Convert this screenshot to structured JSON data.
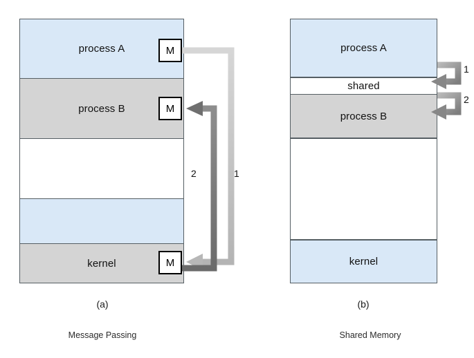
{
  "figure": {
    "title_a": "(a)",
    "title_b": "(b)",
    "caption_a": "Message Passing",
    "caption_b": "Shared Memory"
  },
  "panel_a": {
    "name": "message-passing",
    "blocks": [
      {
        "label": "process A",
        "fill": "blue"
      },
      {
        "label": "process B",
        "fill": "gray"
      },
      {
        "label": "",
        "fill": "white"
      },
      {
        "label": "",
        "fill": "blue"
      },
      {
        "label": "kernel",
        "fill": "gray"
      }
    ],
    "message_boxes": [
      {
        "label": "M",
        "owner": "process A"
      },
      {
        "label": "M",
        "owner": "process B"
      },
      {
        "label": "M",
        "owner": "kernel"
      }
    ],
    "arrows": [
      {
        "id": "1",
        "label": "1",
        "from": "process A",
        "to": "kernel",
        "color": "#c9c9c9"
      },
      {
        "id": "2",
        "label": "2",
        "from": "kernel",
        "to": "process B",
        "color": "#767676"
      }
    ]
  },
  "panel_b": {
    "name": "shared-memory",
    "blocks": [
      {
        "label": "process A",
        "fill": "blue"
      },
      {
        "label": "shared",
        "fill": "white"
      },
      {
        "label": "process B",
        "fill": "gray"
      },
      {
        "label": "",
        "fill": "white"
      },
      {
        "label": "kernel",
        "fill": "blue"
      }
    ],
    "arrows": [
      {
        "id": "1",
        "label": "1",
        "target": "process A",
        "color": "#8a8a8a"
      },
      {
        "id": "2",
        "label": "2",
        "target": "process B",
        "color": "#8a8a8a"
      }
    ]
  },
  "colors": {
    "blue_fill": "#d9e8f7",
    "gray_fill": "#d4d4d4",
    "white_fill": "#ffffff",
    "border": "#555e63",
    "arrow_light": "#c9c9c9",
    "arrow_dark": "#767676"
  }
}
